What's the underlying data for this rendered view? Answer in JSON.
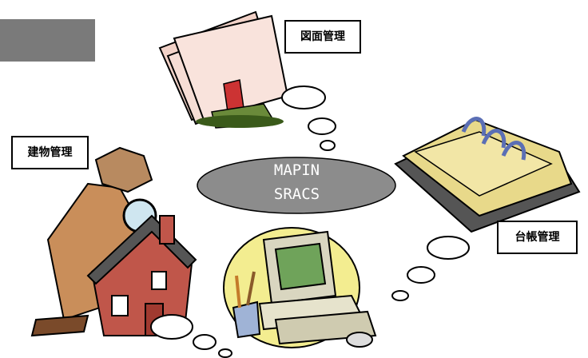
{
  "labels": {
    "drawing_management": "図面管理",
    "building_management": "建物管理",
    "ledger_management": "台帳管理"
  },
  "center": {
    "line1": "MAPIN",
    "line2": "SRACS"
  },
  "colors": {
    "ellipse": "#8c8c8c",
    "gray_block": "#7a7a7a"
  },
  "illustrations": [
    "folder-man-illustration",
    "detective-house-illustration",
    "open-ledger-illustration",
    "computer-illustration"
  ]
}
